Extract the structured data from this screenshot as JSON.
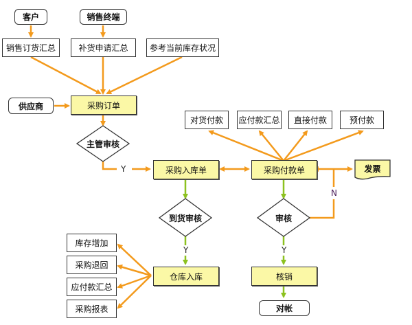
{
  "diagram": {
    "colors": {
      "orange": "#f39a1c",
      "green": "#8cc11f",
      "process_fill": "#fbf8a6"
    },
    "nodes": {
      "customer": "客户",
      "sales_terminal": "销售终端",
      "sales_order_summary": "销售订货汇总",
      "replenishment_summary": "补货申请汇总",
      "current_inventory": "参考当前库存状况",
      "supplier": "供应商",
      "purchase_order": "采购订单",
      "manager_review": "主管审核",
      "purchase_receipt": "采购入库单",
      "purchase_payment": "采购付款单",
      "invoice": "发票",
      "pay_on_delivery": "对货付款",
      "payable_summary_top": "应付款汇总",
      "direct_payment": "直接付款",
      "prepayment": "预付款",
      "arrival_review": "到货审核",
      "review": "审核",
      "warehouse_entry": "仓库入库",
      "write_off": "核销",
      "reconcile": "对帐",
      "inventory_increase": "库存增加",
      "purchase_return": "采购退回",
      "payable_summary_bottom": "应付款汇总",
      "purchase_report": "采购报表"
    },
    "edge_labels": {
      "y1": "Y",
      "y2": "Y",
      "y3": "Y",
      "n": "N"
    }
  }
}
